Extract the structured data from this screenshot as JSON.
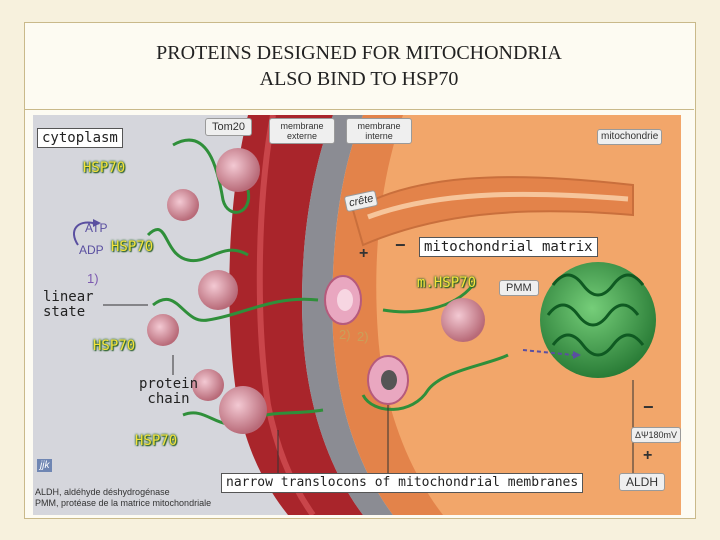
{
  "title": {
    "line1": "PROTEINS DESIGNED FOR MITOCHONDRIA",
    "line2": "ALSO BIND TO HSP70"
  },
  "diagram": {
    "compartments": {
      "cytoplasm": "cytoplasm",
      "matrix": "mitochondrial matrix",
      "translocons": "narrow translocons of mitochondrial membranes"
    },
    "tags": {
      "tom20": "Tom20",
      "outer_membrane_line1": "membrane",
      "outer_membrane_line2": "externe",
      "inner_membrane_line1": "membrane",
      "inner_membrane_line2": "interne",
      "mitochondrie": "mitochondrie",
      "crete": "crête",
      "pmm": "PMM",
      "aldh": "ALDH",
      "potential": "ΔΨ180mV"
    },
    "hsp70_labels": [
      "HSP70",
      "HSP70",
      "HSP70",
      "HSP70"
    ],
    "mhsp70": "m.HSP70",
    "atp": "ATP",
    "adp": "ADP",
    "step1": "1)",
    "step2a": "2)",
    "step2b": "2)",
    "linear_state_line1": "linear",
    "linear_state_line2": "state",
    "protein_chain_line1": "protein",
    "protein_chain_line2": "chain",
    "plus": "+",
    "minus": "−",
    "logo": "jjk",
    "legend_line1": "ALDH, aldéhyde déshydrogénase",
    "legend_line2": "PMM, protéase de la matrice mitochondriale"
  }
}
